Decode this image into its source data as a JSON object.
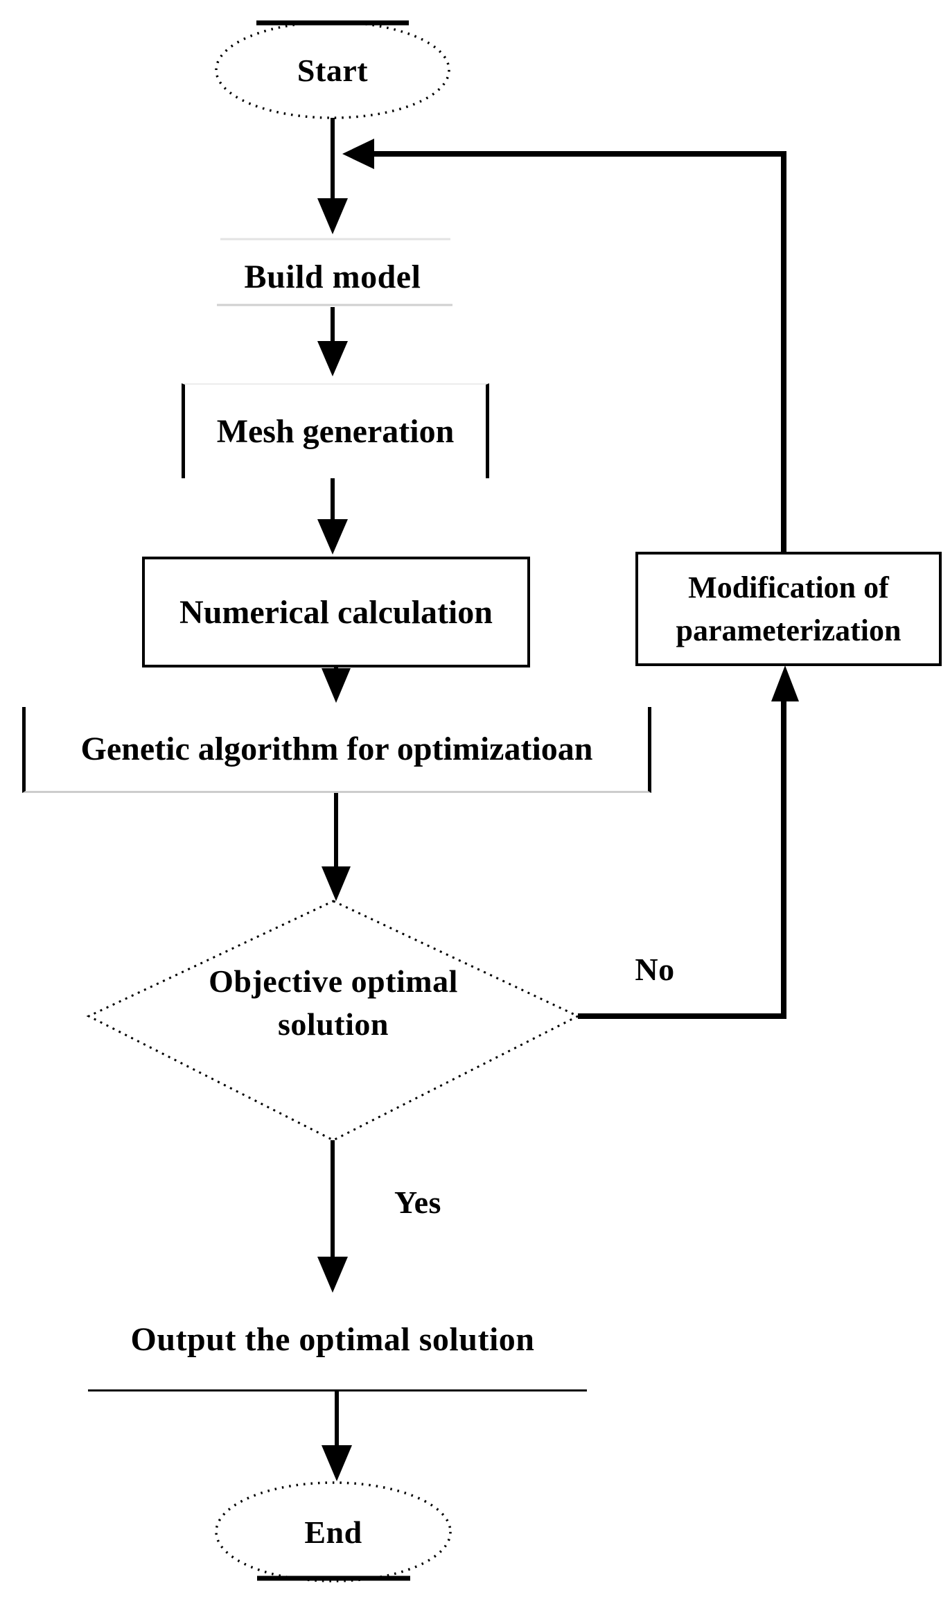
{
  "nodes": {
    "start": {
      "label": "Start"
    },
    "build_model": {
      "label": "Build model"
    },
    "mesh": {
      "label": "Mesh generation"
    },
    "numerical": {
      "label": "Numerical calculation"
    },
    "genetic": {
      "label": "Genetic algorithm for optimizatioan"
    },
    "decision": {
      "line1": "Objective optimal",
      "line2": "solution"
    },
    "modification": {
      "line1": "Modification of",
      "line2": "parameterization"
    },
    "output": {
      "label": "Output the optimal solution"
    },
    "end": {
      "label": "End"
    }
  },
  "edges": {
    "no_label": "No",
    "yes_label": "Yes"
  },
  "style": {
    "line_color": "#000000",
    "faint_rule_color": "#d9d9d9",
    "background": "#ffffff"
  }
}
